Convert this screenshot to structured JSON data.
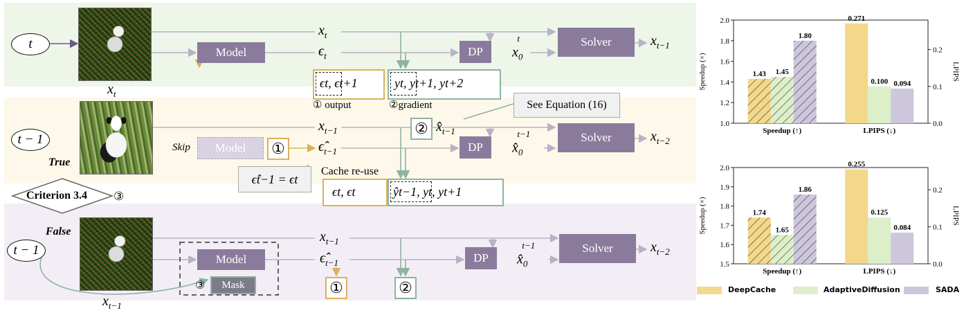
{
  "diagram": {
    "row1": {
      "oval": "t",
      "image_label": "x_t",
      "model": "Model",
      "x_label": "x_t",
      "eps_label": "ε_t",
      "dp": "DP",
      "x0": "x_0^t",
      "solver": "Solver",
      "out": "x_{t−1}",
      "out_box": "ϵt, ϵt+1",
      "grad_box": "yt, yt+1, yt+2",
      "output_caption": "① output",
      "gradient_caption": "②gradient"
    },
    "row2": {
      "oval": "t − 1",
      "true": "True",
      "skip": "Skip",
      "model": "Model",
      "x_label": "x_{t−1}",
      "eps_label": "ε̂_{t−1}",
      "dp": "DP",
      "x0": "x̂_0^{t−1}",
      "solver": "Solver",
      "out": "x_{t−2}",
      "xhat_label": "x̂_{t−1}",
      "see_eq": "See Equation (16)",
      "cache_reuse": "Cache re-use",
      "reuse_eq": "ϵ̂t−1 = ϵt",
      "out_box": "ϵt, ϵt",
      "grad_box": "ŷt−1, yt, yt+1",
      "marker_1": "①",
      "marker_2": "②"
    },
    "criterion": "Criterion 3.4",
    "criterion_marker": "③",
    "row3": {
      "oval": "t − 1",
      "false": "False",
      "image_label": "x_{t−1}",
      "model": "Model",
      "mask": "Mask",
      "mask_marker": "③",
      "x_label": "x_{t−1}",
      "eps_label": "ε̂_{t−1}",
      "dp": "DP",
      "x0": "x̂_0^{t−1}",
      "solver": "Solver",
      "out": "x_{t−2}",
      "marker_1": "①",
      "marker_2": "②"
    }
  },
  "colors": {
    "deepcache": "#f3d88a",
    "adaptive": "#dcefc9",
    "sada": "#cdc6dc",
    "model_box": "#8a7b9c",
    "gold_border": "#d8b35a",
    "teal_border": "#8fb2a2"
  },
  "legend": [
    "DeepCache",
    "AdaptiveDiffusion",
    "SADA"
  ],
  "chart_data": [
    {
      "type": "bar",
      "categories": [
        "Speedup (↑)",
        "LPIPS (↓)"
      ],
      "series": [
        {
          "name": "DeepCache",
          "values": [
            1.43,
            0.271
          ]
        },
        {
          "name": "AdaptiveDiffusion",
          "values": [
            1.45,
            0.1
          ]
        },
        {
          "name": "SADA",
          "values": [
            1.8,
            0.094
          ]
        }
      ],
      "ylabel": "Speedup (×)",
      "ylim": [
        1.0,
        2.0
      ],
      "yticks": [
        "1.0",
        "1.2",
        "1.4",
        "1.6",
        "1.8",
        "2.0"
      ],
      "y2label": "LPIPS",
      "y2lim": [
        0.0,
        0.28
      ],
      "y2ticks": [
        "0.0",
        "0.1",
        "0.2"
      ],
      "labels": [
        "1.43",
        "1.45",
        "1.80",
        "0.271",
        "0.100",
        "0.094"
      ]
    },
    {
      "type": "bar",
      "categories": [
        "Speedup (↑)",
        "LPIPS (↓)"
      ],
      "series": [
        {
          "name": "DeepCache",
          "values": [
            1.74,
            0.255
          ]
        },
        {
          "name": "AdaptiveDiffusion",
          "values": [
            1.65,
            0.125
          ]
        },
        {
          "name": "SADA",
          "values": [
            1.86,
            0.084
          ]
        }
      ],
      "ylabel": "Speedup (×)",
      "ylim": [
        1.5,
        2.0
      ],
      "yticks": [
        "1.5",
        "1.6",
        "1.7",
        "1.8",
        "1.9",
        "2.0"
      ],
      "y2label": "LPIPS",
      "y2lim": [
        0.0,
        0.26
      ],
      "y2ticks": [
        "0.0",
        "0.1",
        "0.2"
      ],
      "labels": [
        "1.74",
        "1.65",
        "1.86",
        "0.255",
        "0.125",
        "0.084"
      ]
    }
  ]
}
